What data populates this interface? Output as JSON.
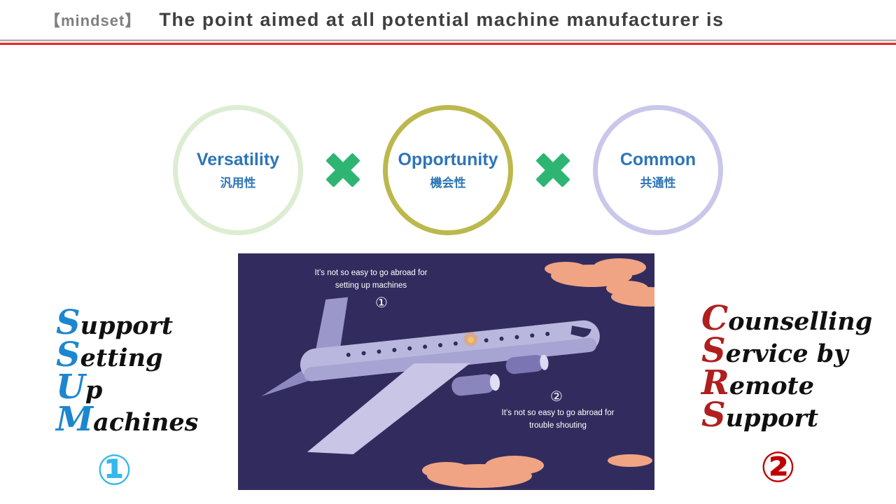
{
  "header": {
    "tag": "【mindset】",
    "title": "The point aimed at all potential machine manufacturer is"
  },
  "circles": [
    {
      "en": "Versatility",
      "ja": "汎用性"
    },
    {
      "en": "Opportunity",
      "ja": "機会性"
    },
    {
      "en": "Common",
      "ja": "共通性"
    }
  ],
  "multiply_icon": "✖",
  "colors": {
    "rule_gray": "#b0b0b0",
    "rule_red": "#e60012",
    "circle1_border": "#dcedd2",
    "circle2_border": "#bcb84e",
    "circle3_border": "#c9c7ea",
    "circle_text": "#2e75b6",
    "multiply_green": "#2eb573",
    "left_initial_blue": "#1d86d0",
    "left_badge_cyan": "#33b8ec",
    "right_initial_red": "#b01e1e",
    "right_badge_red": "#c00000",
    "illustration_bg": "#322c5e",
    "cloud_salmon": "#f0a483",
    "plane_body": "#bab7de"
  },
  "illustration": {
    "caption_top": "It’s not so easy to go abroad for\nsetting up machines",
    "num_top": "①",
    "num_bottom": "②",
    "caption_bottom": "It’s not so easy to go abroad for\ntrouble shouting"
  },
  "left_acronym": {
    "lines": [
      {
        "initial": "S",
        "rest": "upport"
      },
      {
        "initial": "S",
        "rest": "etting"
      },
      {
        "initial": "U",
        "rest": "p"
      },
      {
        "initial": "M",
        "rest": "achines"
      }
    ],
    "badge": "①"
  },
  "right_acronym": {
    "lines": [
      {
        "initial": "C",
        "rest": "ounselling"
      },
      {
        "initial": "S",
        "rest": "ervice by"
      },
      {
        "initial": "R",
        "rest": "emote"
      },
      {
        "initial": "S",
        "rest": "upport"
      }
    ],
    "badge": "②"
  }
}
